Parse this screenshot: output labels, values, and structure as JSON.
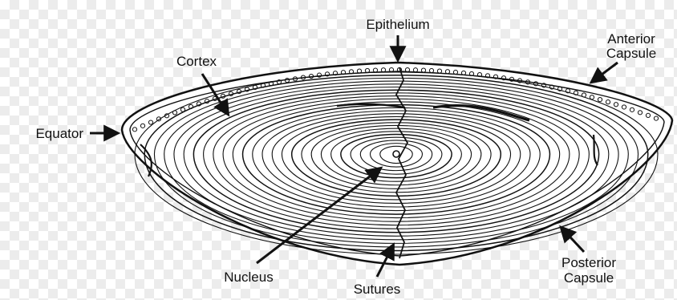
{
  "labels": {
    "epithelium": "Epithelium",
    "cortex": "Cortex",
    "anterior_capsule_line1": "Anterior",
    "anterior_capsule_line2": "Capsule",
    "equator": "Equator",
    "nucleus": "Nucleus",
    "sutures": "Sutures",
    "posterior_capsule_line1": "Posterior",
    "posterior_capsule_line2": "Capsule"
  },
  "colors": {
    "ink": "#111111",
    "background": "#ffffff",
    "checker": "#ececec"
  }
}
